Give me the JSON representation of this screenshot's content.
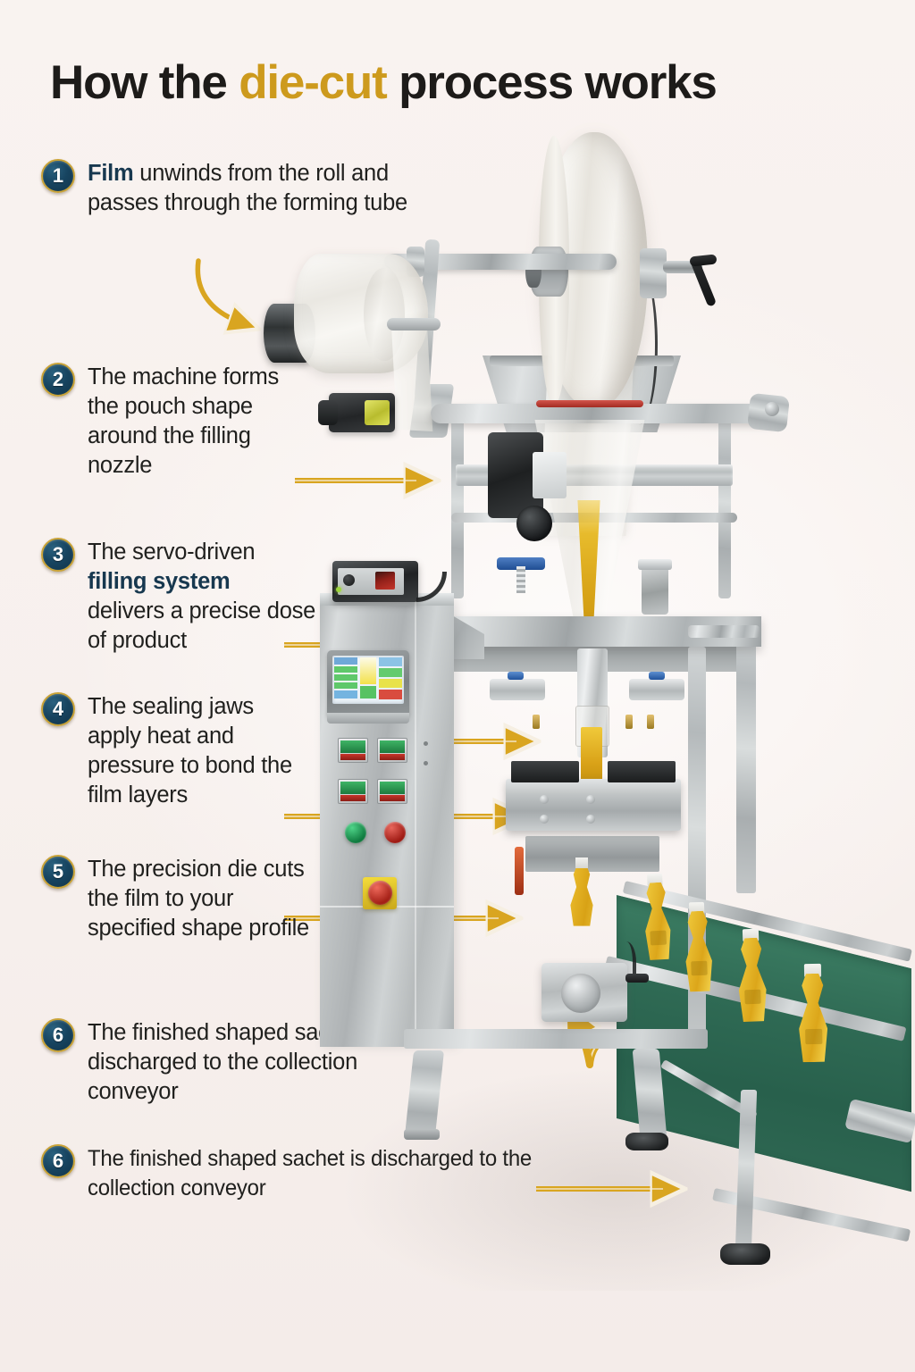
{
  "title": {
    "prefix": "How the ",
    "highlight": "die-cut",
    "suffix": " process works",
    "full": "How the die-cut process works",
    "highlight_color": "#cd9a1d",
    "text_color": "#1d1b19"
  },
  "theme": {
    "background": "#f8f2ef",
    "badge_fill": "#174460",
    "badge_ring": "#c9a338",
    "arrow_color": "#d9a520",
    "arrow_outline": "#f6efe2",
    "body_text": "#20201e",
    "bold_text": "#17384f",
    "conveyor_belt": "#2f6a54",
    "sachet_product": "#e8bb29",
    "steel": "#c3c7c8"
  },
  "steps": [
    {
      "number": "1",
      "lines": [
        "Film unwinds from the roll",
        "and passes through the",
        "forming tube"
      ],
      "bold_lead": "Film",
      "rest": " unwinds from the roll and passes through the forming tube",
      "arrow": "curved-down-right",
      "target": "film-roll"
    },
    {
      "number": "2",
      "lines": [
        "The machine",
        "forms the pouch",
        "shape around",
        "the filling nozzle"
      ],
      "bold_lead": "",
      "rest": "The machine forms the pouch shape around the filling nozzle",
      "arrow": "straight-right",
      "target": "forming-tube"
    },
    {
      "number": "3",
      "lines": [
        "The servo-driven",
        "filling system",
        "delivers a precise",
        "dose of product"
      ],
      "bold_lead": "filling system",
      "rest": "The servo-driven filling system delivers a precise dose of product",
      "arrow": "straight-right",
      "target": "filling-system"
    },
    {
      "number": "4",
      "lines": [
        "The sealing jaws",
        "apply heat and",
        "pressure to bond",
        "the film layers"
      ],
      "bold_lead": "",
      "rest": "The sealing jaws apply heat and pressure to bond the film layers",
      "arrow": "straight-right",
      "target": "sealing-jaws"
    },
    {
      "number": "5",
      "lines": [
        "The precision die",
        "cuts the film to",
        "your specified",
        "shape profile"
      ],
      "bold_lead": "",
      "rest": "The precision die cuts the film to your specified shape profile",
      "arrow": "straight-right",
      "target": "die-cut-station"
    },
    {
      "number": "6",
      "lines": [
        "The finished shaped",
        "sachet is discharged",
        "to the collection conveyor"
      ],
      "bold_lead": "",
      "rest": "The finished shaped sachet is discharged to the collection conveyor",
      "arrow": "curved-right",
      "target": "discharge-conveyor"
    },
    {
      "number": "6",
      "lines": [
        "The finished shaped sachet",
        "is discharged to the collection conveyor"
      ],
      "bold_lead": "",
      "rest": "The finished shaped sachet is discharged to the collection conveyor",
      "arrow": "straight-right",
      "target": "conveyor-end"
    }
  ],
  "machine": {
    "name": "vertical form fill seal die-cut sachet machine",
    "film_roll_main": "film-roll-large",
    "film_roll_secondary": "film-roll-feeding",
    "hopper": "product-hopper",
    "forming_tube": "forming-tube",
    "control_panel": {
      "hmi_screen": "hmi-touchscreen",
      "temperature_controllers": 4,
      "buttons": [
        {
          "name": "start-button",
          "color": "#1d8a4a"
        },
        {
          "name": "stop-button",
          "color": "#c22a24"
        }
      ],
      "emergency_stop": {
        "name": "emergency-stop",
        "knob": "#c2241c",
        "plate": "#e8c81e"
      },
      "top_module": "servo-controller-box"
    },
    "conveyor": {
      "belt_color": "#2f6a54",
      "sachet_count": 5,
      "sachet_shape": "die-cut bottle profile",
      "sachet_fill": "#e8bb29"
    },
    "feet": 4
  }
}
